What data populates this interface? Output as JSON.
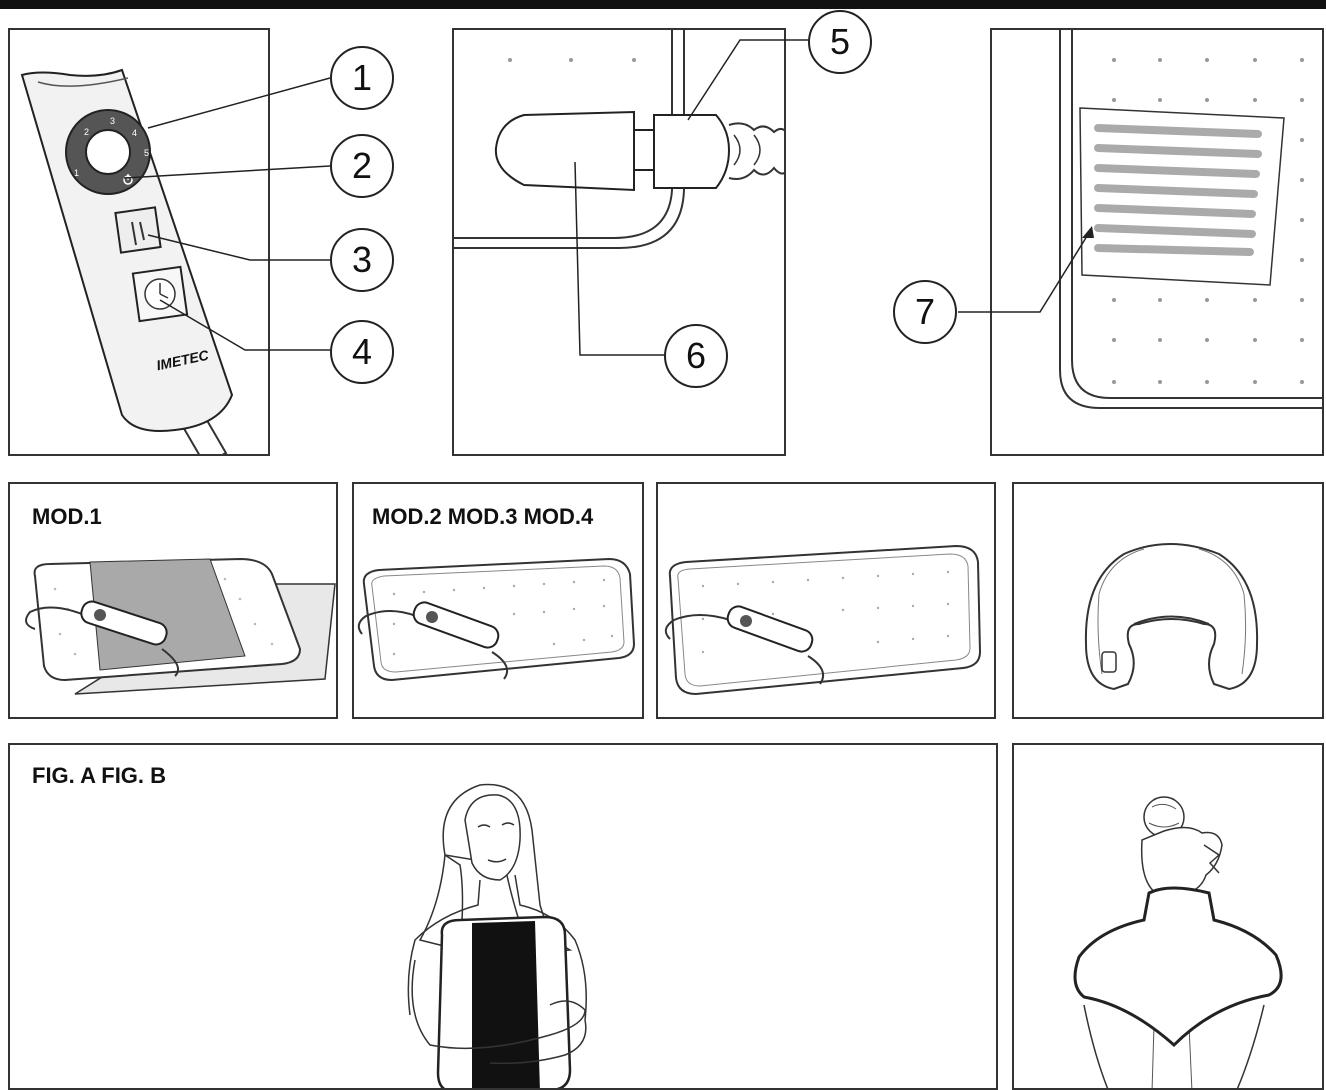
{
  "callouts": {
    "c1": "1",
    "c2": "2",
    "c3": "3",
    "c4": "4",
    "c5": "5",
    "c6": "6",
    "c7": "7"
  },
  "controller": {
    "brand": "IMETEC",
    "heat_levels": [
      "1",
      "2",
      "3",
      "4",
      "5"
    ]
  },
  "models": {
    "mod1_label": "MOD.1",
    "mod234_label": "MOD.2 MOD.3 MOD.4"
  },
  "figures": {
    "fig_label": "FIG. A FIG. B"
  }
}
